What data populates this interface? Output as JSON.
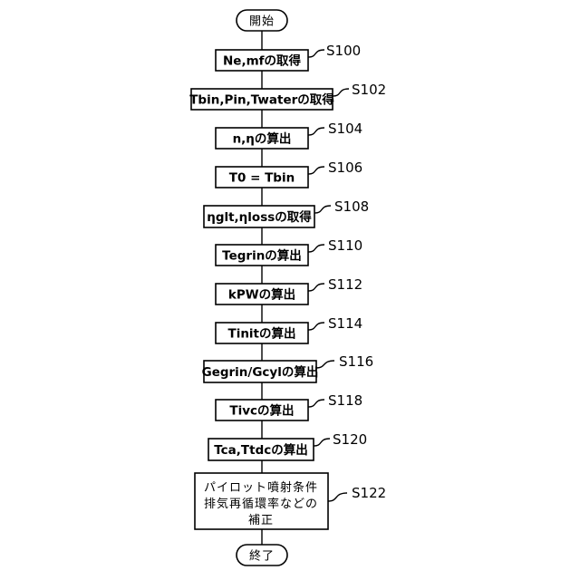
{
  "flowchart": {
    "start": "開始",
    "end": "終了",
    "steps": [
      {
        "id": "S100",
        "text": "Ne,mfの取得",
        "label": "S100"
      },
      {
        "id": "S102",
        "text": "Tbin,Pin,Twaterの取得",
        "label": "S102"
      },
      {
        "id": "S104",
        "text": "n,ηの算出",
        "label": "S104"
      },
      {
        "id": "S106",
        "text": "T0 = Tbin",
        "label": "S106"
      },
      {
        "id": "S108",
        "text": "ηglt,ηlossの取得",
        "label": "S108"
      },
      {
        "id": "S110",
        "text": "Tegrinの算出",
        "label": "S110"
      },
      {
        "id": "S112",
        "text": "kPWの算出",
        "label": "S112"
      },
      {
        "id": "S114",
        "text": "Tinitの算出",
        "label": "S114"
      },
      {
        "id": "S116",
        "text": "Gegrin/Gcylの算出",
        "label": "S116"
      },
      {
        "id": "S118",
        "text": "Tivcの算出",
        "label": "S118"
      },
      {
        "id": "S120",
        "text": "Tca,Ttdcの算出",
        "label": "S120"
      },
      {
        "id": "S122",
        "lines": [
          "パイロット噴射条件",
          "排気再循環率などの",
          "補正"
        ],
        "label": "S122"
      }
    ]
  }
}
